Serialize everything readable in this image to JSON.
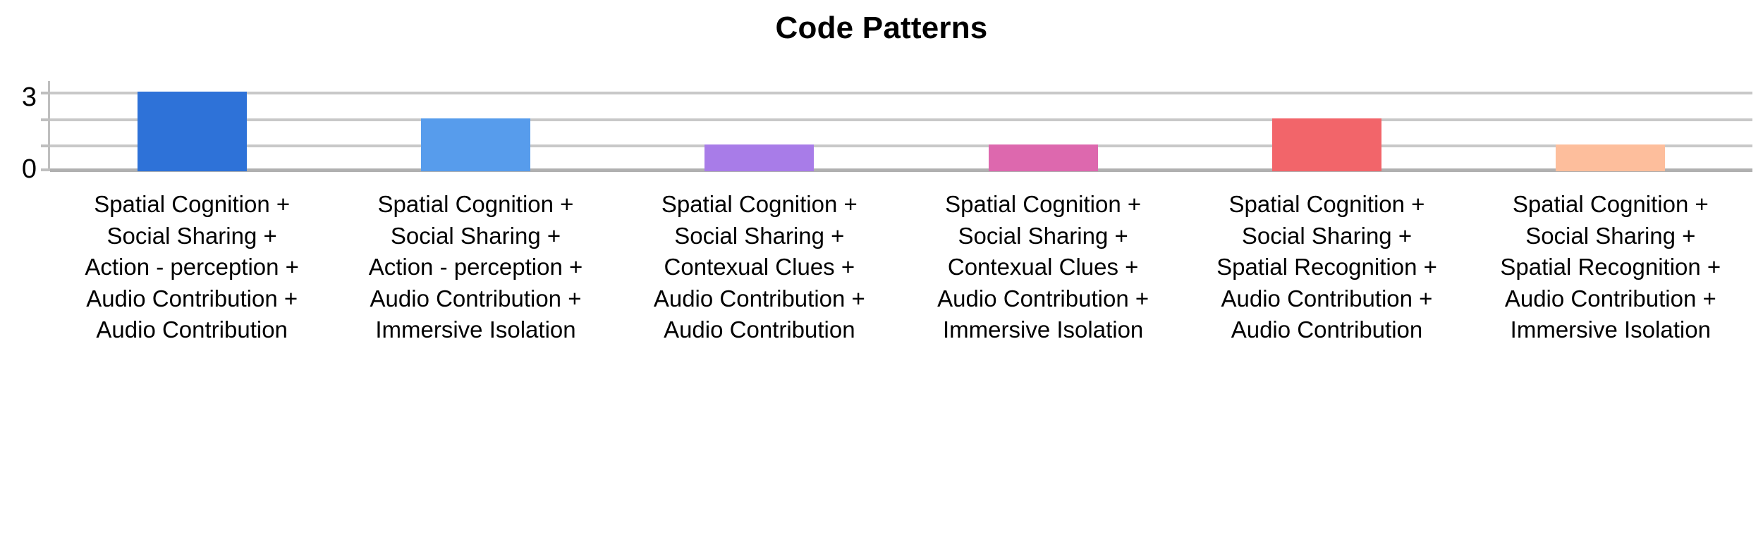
{
  "chart_data": {
    "type": "bar",
    "title": "Code Patterns",
    "xlabel": "",
    "ylabel": "",
    "ylim": [
      0,
      3
    ],
    "yticks": [
      "0",
      "3"
    ],
    "ytick_values": [
      0,
      1,
      2,
      3
    ],
    "grid": true,
    "legend": "none",
    "categories": [
      "Spatial Cognition + Social Sharing + Action - perception + Audio Contribution + Audio Contribution",
      "Spatial Cognition + Social Sharing + Action - perception + Audio Contribution + Immersive Isolation",
      "Spatial Cognition + Social Sharing + Contexual Clues + Audio Contribution + Audio Contribution",
      "Spatial Cognition + Social Sharing + Contexual Clues + Audio Contribution + Immersive Isolation",
      "Spatial Cognition + Social Sharing + Spatial Recognition + Audio Contribution + Audio Contribution",
      "Spatial Cognition + Social Sharing + Spatial Recognition + Audio Contribution + Immersive Isolation"
    ],
    "values": [
      3,
      2,
      1,
      1,
      2,
      1
    ],
    "colors": [
      "#2E72D8",
      "#579CEC",
      "#A87CE8",
      "#DD68AE",
      "#F2656A",
      "#FDBE9C"
    ]
  },
  "axis": {
    "y_top_label": "3",
    "y_bottom_label": "0"
  }
}
